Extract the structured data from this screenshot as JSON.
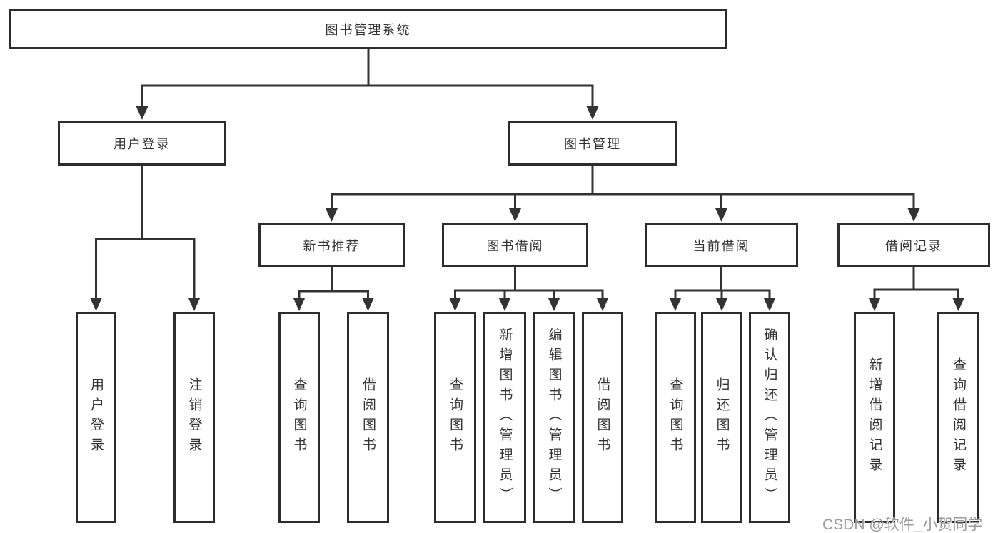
{
  "diagram_type": "functional-structure-tree",
  "tree": {
    "label": "图书管理系统",
    "children": [
      {
        "label": "用户登录",
        "children": [
          {
            "label": "用户登录"
          },
          {
            "label": "注销登录"
          }
        ]
      },
      {
        "label": "图书管理",
        "children": [
          {
            "label": "新书推荐",
            "children": [
              {
                "label": "查询图书"
              },
              {
                "label": "借阅图书"
              }
            ]
          },
          {
            "label": "图书借阅",
            "children": [
              {
                "label": "查询图书"
              },
              {
                "label": "新增图书（管理员）"
              },
              {
                "label": "编辑图书（管理员）"
              },
              {
                "label": "借阅图书"
              }
            ]
          },
          {
            "label": "当前借阅",
            "children": [
              {
                "label": "查询图书"
              },
              {
                "label": "归还图书"
              },
              {
                "label": "确认归还（管理员）"
              }
            ]
          },
          {
            "label": "借阅记录",
            "children": [
              {
                "label": "新增借阅记录"
              },
              {
                "label": "查询借阅记录"
              }
            ]
          }
        ]
      }
    ]
  },
  "watermark": "CSDN @软件_小贺同学",
  "colors": {
    "background": "#ffffff",
    "box_border": "#2d2d2d",
    "connector_line": "#333333",
    "text": "#333333",
    "watermark_text": "#9b9b9b"
  }
}
